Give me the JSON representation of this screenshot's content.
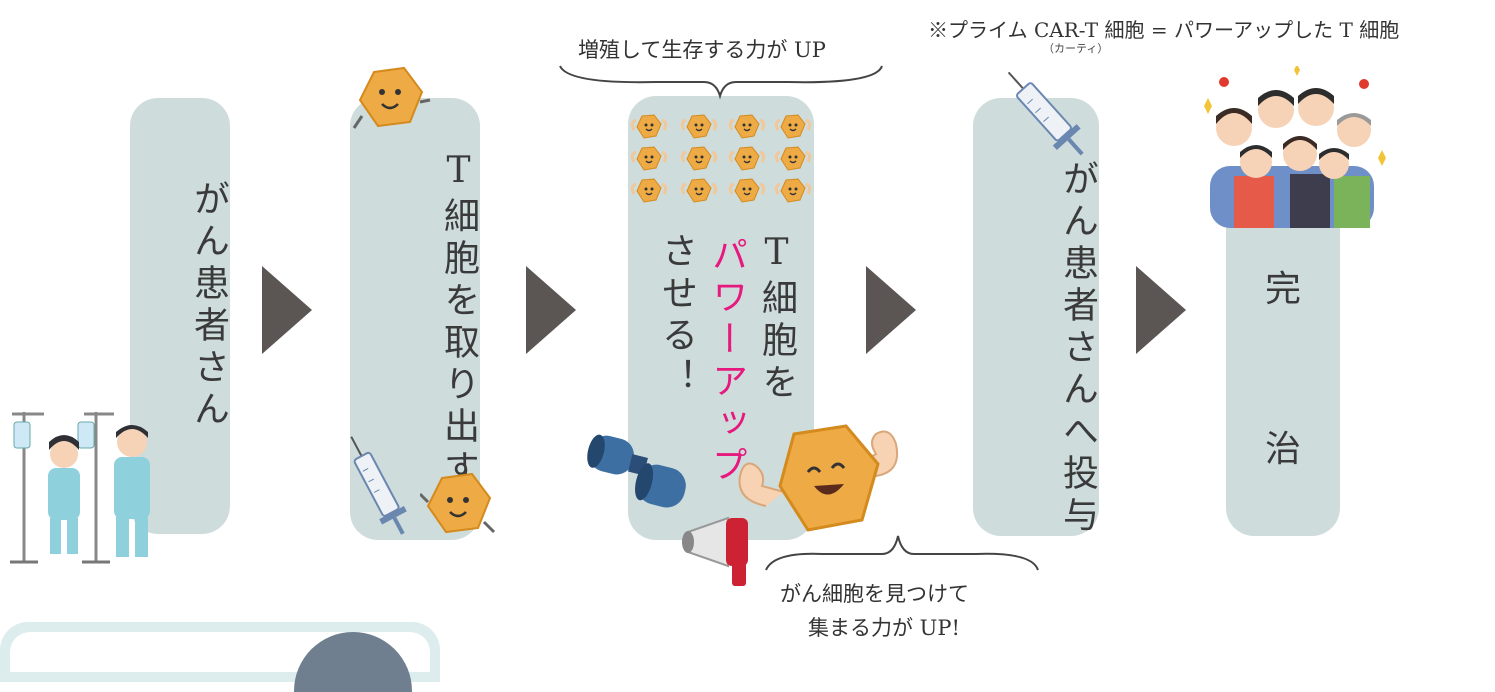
{
  "footnote": {
    "main": "※プライム CAR-T 細胞 = パワーアップした T 細胞",
    "ruby": "（カーティ）"
  },
  "steps": [
    {
      "id": "patient",
      "text": "がん患者さん"
    },
    {
      "id": "extract",
      "text": "T細胞を取り出す"
    },
    {
      "id": "powerup",
      "line1": "T細胞を",
      "highlight": "パワーアップ",
      "line3": "させる！"
    },
    {
      "id": "administer",
      "text": "がん患者さんへ投与"
    },
    {
      "id": "cure",
      "chars": [
        "完",
        "治"
      ]
    }
  ],
  "callouts": {
    "proliferation": "増殖して生存する力が UP",
    "homing_line1": "がん細胞を見つけて",
    "homing_line2": "集まる力が UP!"
  },
  "colors": {
    "pill": "#cfdcdc",
    "arrow": "#5b5653",
    "highlight": "#e6197f",
    "cell": "#eeaa44"
  }
}
